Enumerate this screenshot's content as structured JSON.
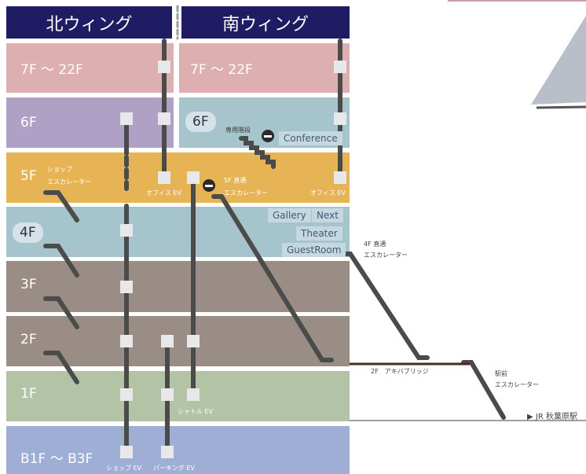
{
  "headers": {
    "north": "北ウィング",
    "south": "南ウィング"
  },
  "floors": {
    "f7_22_north": "7F 〜 22F",
    "f7_22_south": "7F 〜 22F",
    "f6_north": "6F",
    "f6_south": "6F",
    "f5": "5F",
    "f4": "4F",
    "f3": "3F",
    "f2": "2F",
    "f1": "1F",
    "b1_b3": "B1F 〜 B3F"
  },
  "labels": {
    "private_stairs": "専用階段",
    "conference": "Conference",
    "shop_escalator_1": "ショップ",
    "shop_escalator_2": "エスカレーター",
    "office_ev_1": "オフィス EV",
    "direct5f_1": "5F 直通",
    "direct5f_2": "エスカレーター",
    "office_ev_2": "オフィス EV",
    "gallery": "Gallery",
    "next": "Next",
    "theater": "Theater",
    "guestroom": "GuestRoom",
    "direct4f_1": "4F 直通",
    "direct4f_2": "エスカレーター",
    "bridge": "2F　アキバブリッジ",
    "station_front_1": "駅前",
    "station_front_2": "エスカレーター",
    "jr_station": "▶ JR 秋葉原駅",
    "shuttle_ev": "シャトル EV",
    "shop_ev": "ショップ EV",
    "parking_ev": "パーキング EV"
  },
  "colors": {
    "header": "#201c63",
    "f7_22": "#deafb0",
    "f6_north": "#aea1c5",
    "f6_south": "#a5c4cb",
    "f5": "#e6b455",
    "f4": "#a5c4cb",
    "f3_f2": "#998d85",
    "f1": "#b2c3a6",
    "basement": "#9faed4"
  }
}
